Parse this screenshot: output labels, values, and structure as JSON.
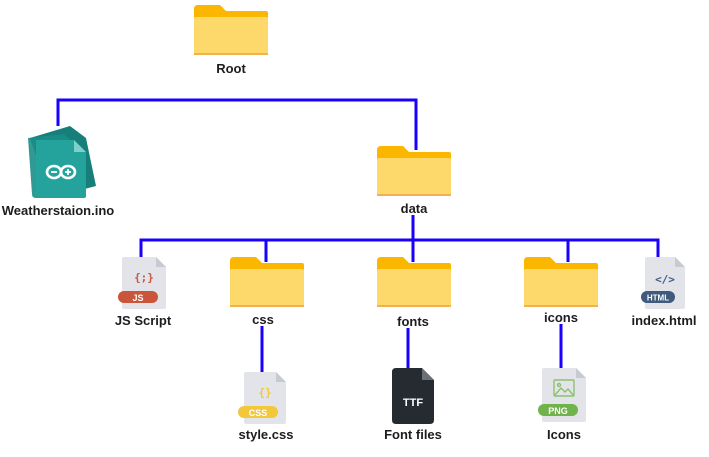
{
  "diagram": {
    "title": "",
    "connector_color": "#1a00ff",
    "folder_color": "#fdd96b",
    "folder_tab_color": "#fbb700",
    "nodes": {
      "root": {
        "label": "Root",
        "type": "folder",
        "icon": "folder-icon"
      },
      "ino": {
        "label": "Weatherstaion.ino",
        "type": "file",
        "icon": "arduino-file-icon",
        "color": "#1f9e98"
      },
      "data": {
        "label": "data",
        "type": "folder",
        "icon": "folder-icon"
      },
      "js": {
        "label": "JS Script",
        "type": "file",
        "icon": "js-file-icon",
        "glyph": "{;}",
        "badge": "JS",
        "color": "#c9553b"
      },
      "css": {
        "label": "css",
        "type": "folder",
        "icon": "folder-icon"
      },
      "fonts": {
        "label": "fonts",
        "type": "folder",
        "icon": "folder-icon"
      },
      "icons": {
        "label": "icons",
        "type": "folder",
        "icon": "folder-icon"
      },
      "html": {
        "label": "index.html",
        "type": "file",
        "icon": "html-file-icon",
        "glyph": "</>",
        "badge": "HTML",
        "color": "#3f5a7d"
      },
      "stylecss": {
        "label": "style.css",
        "type": "file",
        "icon": "css-file-icon",
        "glyph": "{}",
        "badge": "CSS",
        "color": "#f2c73a"
      },
      "fontfiles": {
        "label": "Font files",
        "type": "file",
        "icon": "ttf-file-icon",
        "glyph": "TTF",
        "color": "#262a31"
      },
      "pngicons": {
        "label": "Icons",
        "type": "file",
        "icon": "png-file-icon",
        "badge": "PNG",
        "color": "#6fb34a"
      }
    },
    "edges": [
      [
        "root",
        "ino"
      ],
      [
        "root",
        "data"
      ],
      [
        "data",
        "js"
      ],
      [
        "data",
        "css"
      ],
      [
        "data",
        "fonts"
      ],
      [
        "data",
        "icons"
      ],
      [
        "data",
        "html"
      ],
      [
        "css",
        "stylecss"
      ],
      [
        "fonts",
        "fontfiles"
      ],
      [
        "icons",
        "pngicons"
      ]
    ]
  }
}
